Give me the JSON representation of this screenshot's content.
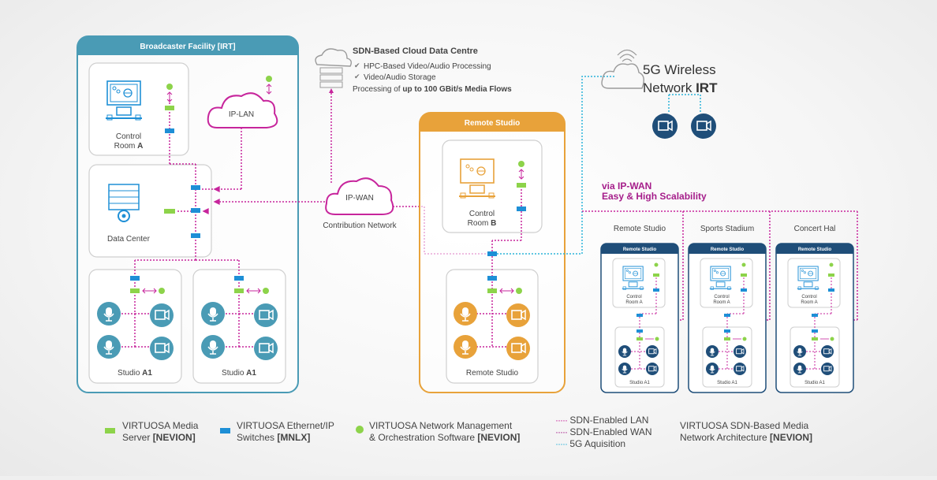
{
  "facility": {
    "title": "Broadcaster Facility [IRT]",
    "control_room": {
      "line1": "Control",
      "line2_prefix": "Room ",
      "line2_bold": "A"
    },
    "ip_lan": "IP-LAN",
    "data_center": "Data Center",
    "studio1": {
      "prefix": "Studio ",
      "bold": "A1"
    },
    "studio2": {
      "prefix": "Studio ",
      "bold": "A1"
    }
  },
  "cloud_dc": {
    "title": "SDN-Based Cloud Data Centre",
    "items": [
      "HPC-Based Video/Audio Processing",
      "Video/Audio Storage"
    ],
    "processing_prefix": "Processing of ",
    "processing_bold": "up to 100 GBit/s Media Flows"
  },
  "ip_wan": {
    "label": "IP-WAN",
    "caption": "Contribution Network"
  },
  "remote_studio_main": {
    "title": "Remote Studio",
    "control_room": {
      "line1": "Control",
      "line2_prefix": "Room ",
      "line2_bold": "B"
    },
    "studio_label": "Remote Studio"
  },
  "wireless": {
    "line1": "5G Wireless",
    "line2_prefix": "Network ",
    "line2_bold": "IRT"
  },
  "via_wan": {
    "line1": "via IP-WAN",
    "line2": "Easy & High Scalability"
  },
  "sites": [
    {
      "label": "Remote Studio",
      "box_title": "Remote Studio",
      "control": [
        "Control",
        "Room A"
      ],
      "studio": "Studio A1"
    },
    {
      "label": "Sports Stadium",
      "box_title": "Remote Studio",
      "control": [
        "Control",
        "Room A"
      ],
      "studio": "Studio A1"
    },
    {
      "label": "Concert Hal",
      "box_title": "Remote Studio",
      "control": [
        "Control",
        "Room A"
      ],
      "studio": "Studio A1"
    }
  ],
  "legend": {
    "media_server": {
      "line1": "VIRTUOSA Media",
      "line2_prefix": "Server ",
      "line2_bold": "[NEVION]"
    },
    "switches": {
      "line1": "VIRTUOSA Ethernet/IP",
      "line2_prefix": "Switches ",
      "line2_bold": "[MNLX]"
    },
    "nmos": {
      "line1": "VIRTUOSA Network Management",
      "line2_prefix": "& Orchestration Software ",
      "line2_bold": "[NEVION]"
    },
    "lines": [
      "SDN-Enabled LAN",
      "SDN-Enabled WAN",
      "5G Aquisition"
    ],
    "architecture": {
      "line1": "VIRTUOSA SDN-Based Media",
      "line2_prefix": "Network Architecture ",
      "line2_bold": "[NEVION]"
    }
  },
  "colors": {
    "teal": "#4a9bb5",
    "orange": "#e8a23a",
    "magenta": "#c7259c",
    "green": "#8dd34a",
    "blue": "#1e8fd6",
    "navy": "#1f4e79",
    "cyan": "#2bb3d9"
  }
}
